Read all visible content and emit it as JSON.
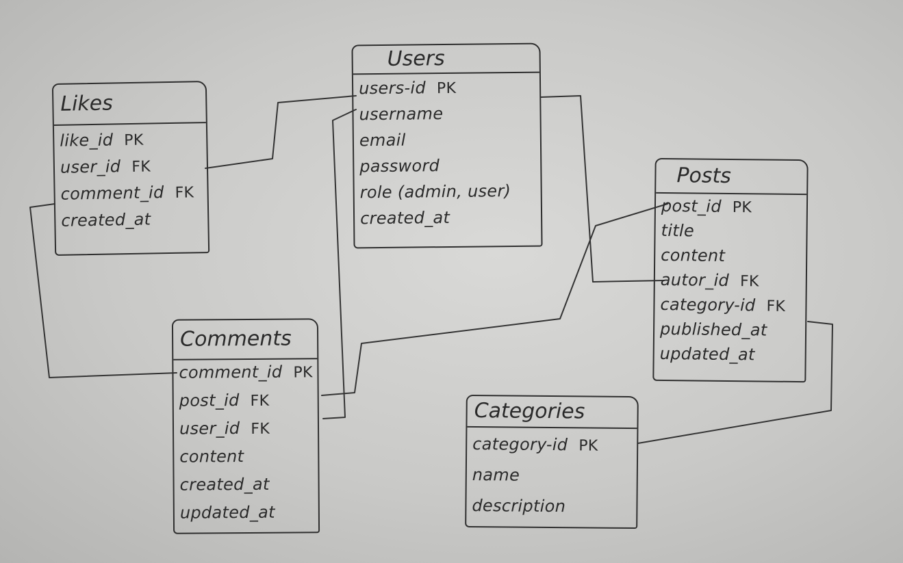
{
  "entities": {
    "users": {
      "title": "Users",
      "attributes": [
        {
          "name": "users-id",
          "key": "PK"
        },
        {
          "name": "username",
          "key": ""
        },
        {
          "name": "email",
          "key": ""
        },
        {
          "name": "password",
          "key": ""
        },
        {
          "name": "role (admin, user)",
          "key": ""
        },
        {
          "name": "created_at",
          "key": ""
        }
      ]
    },
    "likes": {
      "title": "Likes",
      "attributes": [
        {
          "name": "like_id",
          "key": "PK"
        },
        {
          "name": "user_id",
          "key": "FK"
        },
        {
          "name": "comment_id",
          "key": "FK"
        },
        {
          "name": "created_at",
          "key": ""
        }
      ]
    },
    "posts": {
      "title": "Posts",
      "attributes": [
        {
          "name": "post_id",
          "key": "PK"
        },
        {
          "name": "title",
          "key": ""
        },
        {
          "name": "content",
          "key": ""
        },
        {
          "name": "autor_id",
          "key": "FK"
        },
        {
          "name": "category-id",
          "key": "FK"
        },
        {
          "name": "published_at",
          "key": ""
        },
        {
          "name": "updated_at",
          "key": ""
        }
      ]
    },
    "comments": {
      "title": "Comments",
      "attributes": [
        {
          "name": "comment_id",
          "key": "PK"
        },
        {
          "name": "post_id",
          "key": "FK"
        },
        {
          "name": "user_id",
          "key": "FK"
        },
        {
          "name": "content",
          "key": ""
        },
        {
          "name": "created_at",
          "key": ""
        },
        {
          "name": "updated_at",
          "key": ""
        }
      ]
    },
    "categories": {
      "title": "Categories",
      "attributes": [
        {
          "name": "category-id",
          "key": "PK"
        },
        {
          "name": "name",
          "key": ""
        },
        {
          "name": "description",
          "key": ""
        }
      ]
    }
  },
  "colors": {
    "paper": "#cfcfcd",
    "ink": "#2f2f2f"
  }
}
